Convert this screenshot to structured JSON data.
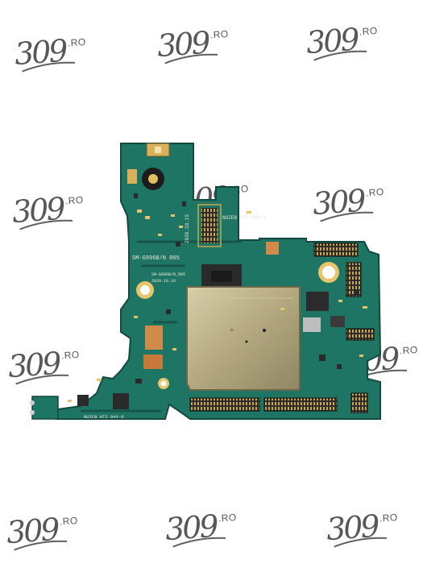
{
  "watermark": {
    "digits": "309",
    "suffix": ".RO"
  },
  "board": {
    "model_text": "SM-G996B/N R05",
    "date_text": "2020.10.15",
    "code_text": "NUIEB HT2 94V-0",
    "small_model_text": "SM-G996B/N_R05",
    "small_date_text": "2020.10.16",
    "bottom_text": "NUICB HT2 94V-0",
    "colors": {
      "pcb": "#1f7563",
      "pcb_dark": "#16564a",
      "shield": "#b8ad87",
      "connector": "#3b3a36",
      "pad": "#d9b15a"
    }
  }
}
